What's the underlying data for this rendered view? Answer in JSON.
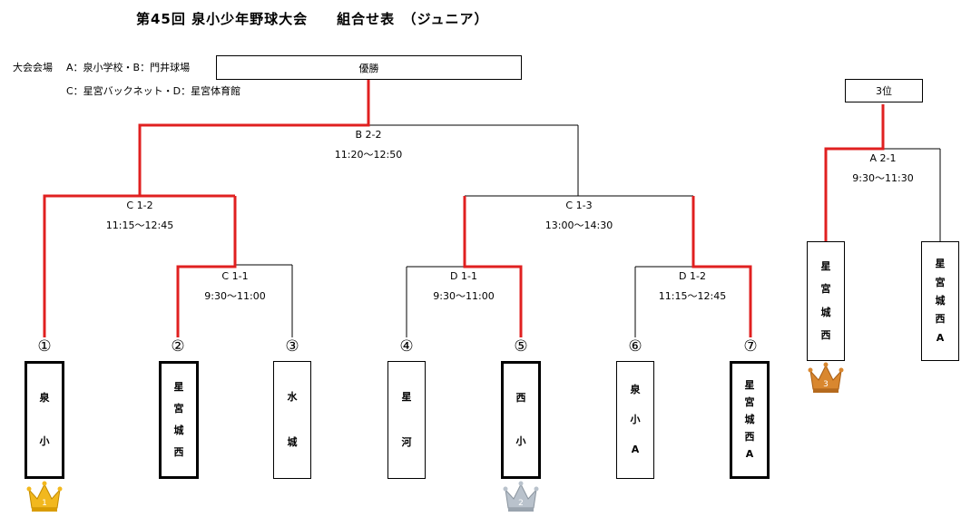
{
  "title": "第45回 泉小少年野球大会　　組合せ表　（ジュニア）",
  "venues": {
    "label": "大会会場",
    "line1": "A：泉小学校・B：門井球場",
    "line2": "C：星宮バックネット・D：星宮体育館"
  },
  "final_box": "優勝",
  "third_box": "3位",
  "matches": {
    "final": {
      "code": "B 2-2",
      "time": "11:20～12:50"
    },
    "semi_left": {
      "code": "C 1-2",
      "time": "11:15～12:45"
    },
    "semi_right": {
      "code": "C 1-3",
      "time": "13:00～14:30"
    },
    "r1_m1": {
      "code": "C 1-1",
      "time": "9:30～11:00"
    },
    "r1_m2": {
      "code": "D 1-1",
      "time": "9:30～11:00"
    },
    "r1_m3": {
      "code": "D 1-2",
      "time": "11:15～12:45"
    },
    "third": {
      "code": "A 2-1",
      "time": "9:30～11:30"
    }
  },
  "seeds": [
    "①",
    "②",
    "③",
    "④",
    "⑤",
    "⑥",
    "⑦"
  ],
  "teams": [
    {
      "chars": [
        "泉",
        "小"
      ]
    },
    {
      "chars": [
        "星",
        "宮",
        "城",
        "西"
      ]
    },
    {
      "chars": [
        "水",
        "城"
      ]
    },
    {
      "chars": [
        "星",
        "河"
      ]
    },
    {
      "chars": [
        "西",
        "小"
      ]
    },
    {
      "chars": [
        "泉",
        "小",
        "A"
      ]
    },
    {
      "chars": [
        "星",
        "宮",
        "城",
        "西",
        "A"
      ]
    }
  ],
  "third_teams": [
    {
      "chars": [
        "星",
        "宮",
        "城",
        "西"
      ]
    },
    {
      "chars": [
        "星",
        "宮",
        "城",
        "西",
        "A"
      ]
    }
  ],
  "crowns": [
    {
      "place": "1",
      "color": "#f2b81e"
    },
    {
      "place": "2",
      "color": "#b9c2cc"
    },
    {
      "place": "3",
      "color": "#d9872f"
    }
  ],
  "colors": {
    "win_line": "#e02020",
    "line": "#000000"
  }
}
